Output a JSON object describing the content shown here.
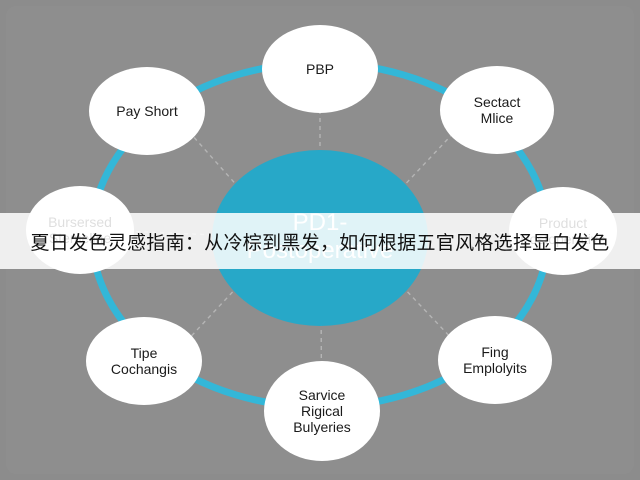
{
  "diagram": {
    "center": {
      "lines": [
        "PD1-",
        "Postoperative"
      ],
      "color": "#27a8c8"
    },
    "ring_color": "#33b7d8",
    "node_fill": "#ffffff",
    "nodes": [
      {
        "id": "pbp",
        "lines": [
          "PBP"
        ]
      },
      {
        "id": "sectact-mlice",
        "lines": [
          "Sectact",
          "Mlice"
        ]
      },
      {
        "id": "product",
        "lines": [
          "Product",
          "Postoperative"
        ]
      },
      {
        "id": "fing-employits",
        "lines": [
          "Fing",
          "Emplolyits"
        ]
      },
      {
        "id": "service-rigical-bulyeries",
        "lines": [
          "Sarvice",
          "Rigical",
          "Bulyeries"
        ]
      },
      {
        "id": "tipe-cochangis",
        "lines": [
          "Tipe",
          "Cochangis"
        ]
      },
      {
        "id": "bursersed",
        "lines": [
          "Bursersed",
          "Stemeline"
        ]
      },
      {
        "id": "pay-short",
        "lines": [
          "Pay Short"
        ]
      }
    ]
  },
  "banner": {
    "text": "夏日发色灵感指南：从冷棕到黑发，如何根据五官风格选择显白发色"
  }
}
